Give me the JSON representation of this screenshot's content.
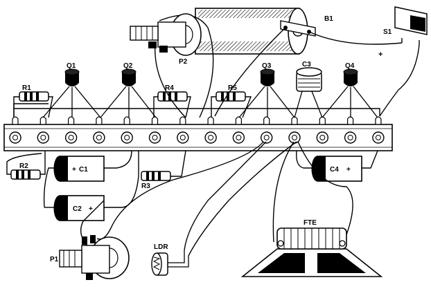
{
  "labels": {
    "r1": "R1",
    "r2": "R2",
    "r3": "R3",
    "r4": "R4",
    "r5": "R5",
    "q1": "Q1",
    "q2": "Q2",
    "q3": "Q3",
    "q4": "Q4",
    "c1": "C1",
    "c2": "C2",
    "c3": "C3",
    "c4": "C4",
    "p1": "P1",
    "p2": "P2",
    "b1": "B1",
    "s1": "S1",
    "ldr": "LDR",
    "fte": "FTE",
    "plus": "+"
  },
  "terminal_strip": {
    "terminal_count": 14
  }
}
